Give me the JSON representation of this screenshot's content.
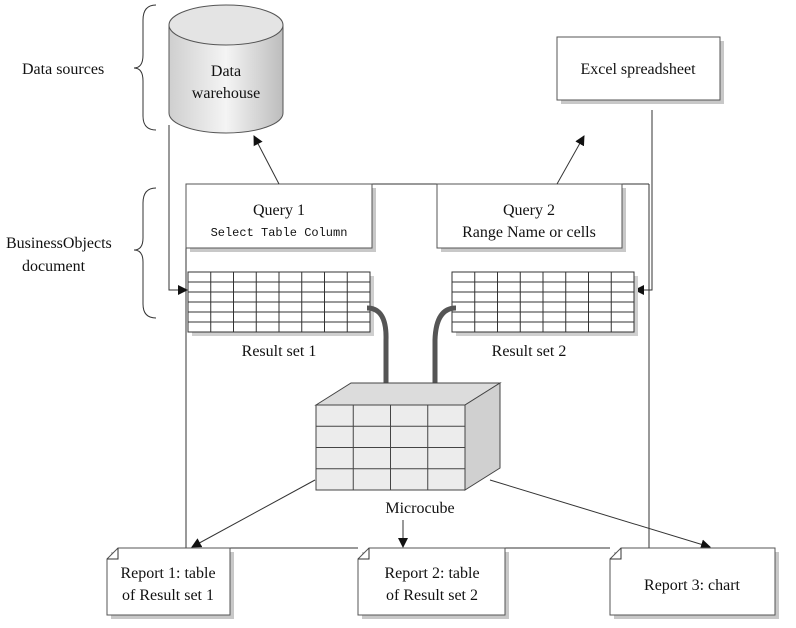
{
  "side_labels": {
    "data_sources": "Data sources",
    "bo_document_line1": "BusinessObjects",
    "bo_document_line2": "document"
  },
  "nodes": {
    "data_warehouse": {
      "line1": "Data",
      "line2": "warehouse",
      "icon": "database-cylinder-icon"
    },
    "excel": {
      "label": "Excel spreadsheet"
    },
    "query1": {
      "title": "Query 1",
      "detail": "Select Table Column"
    },
    "query2": {
      "title": "Query 2",
      "detail": "Range Name or cells"
    },
    "result_set1": {
      "label": "Result set 1"
    },
    "result_set2": {
      "label": "Result set 2"
    },
    "microcube": {
      "label": "Microcube"
    },
    "report1": {
      "line1": "Report 1: table",
      "line2": "of Result set 1"
    },
    "report2": {
      "line1": "Report 2: table",
      "line2": "of Result set 2"
    },
    "report3": {
      "line1": "Report 3: chart"
    }
  },
  "colors": {
    "cylinder": "#d9d9d9",
    "thick_arrow": "#555555",
    "cube": "#e6e6e6"
  }
}
